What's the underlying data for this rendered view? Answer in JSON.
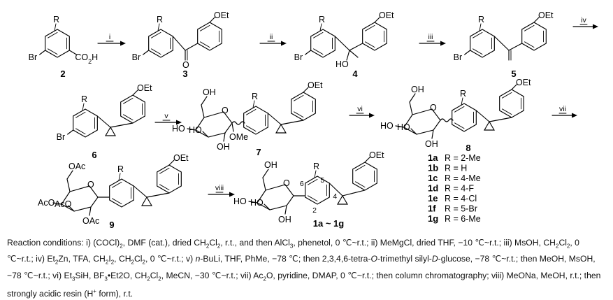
{
  "compounds": {
    "c2": {
      "label": "2"
    },
    "c3": {
      "label": "3"
    },
    "c4": {
      "label": "4"
    },
    "c5": {
      "label": "5"
    },
    "c6": {
      "label": "6"
    },
    "c7": {
      "label": "7"
    },
    "c8": {
      "label": "8"
    },
    "c9": {
      "label": "9"
    },
    "c1": {
      "label": "1a ~ 1g"
    }
  },
  "steps": [
    "i",
    "ii",
    "iii",
    "iv",
    "v",
    "vi",
    "vii",
    "viii"
  ],
  "groups": {
    "r": "R",
    "br": "Br",
    "co2h": "CO2H",
    "oet": "OEt",
    "o": "O",
    "ho": "HO",
    "oh": "OH",
    "ome": "OMe",
    "oac": "OAc",
    "aco": "AcO"
  },
  "positions": [
    "2",
    "4",
    "5",
    "6"
  ],
  "substituents": [
    {
      "id": "1a",
      "r": "R = 2-Me"
    },
    {
      "id": "1b",
      "r": "R = H"
    },
    {
      "id": "1c",
      "r": "R = 4-Me"
    },
    {
      "id": "1d",
      "r": "R = 4-F"
    },
    {
      "id": "1e",
      "r": "R = 4-Cl"
    },
    {
      "id": "1f",
      "r": "R = 5-Br"
    },
    {
      "id": "1g",
      "r": "R = 6-Me"
    }
  ],
  "conditions": {
    "text": "Reaction conditions: i) (COCl)2, DMF (cat.), dried CH2Cl2, r.t., and then AlCl3, phenetol, 0 ℃~r.t.; ii) MeMgCl, dried THF, −10 ℃~r.t.; iii) MsOH, CH2Cl2, 0 ℃~r.t.; iv) Et2Zn, TFA, CH2I2, CH2Cl2, 0 ℃~r.t.; v) n-BuLi, THF, PhMe, −78 ℃; then 2,3,4,6-tetra-O-trimethyl silyl-D-glucose, −78 ℃~r.t.; then MeOH, MsOH, −78 ℃~r.t.; vi) Et3SiH, BF3•Et2O, CH2Cl2, MeCN, −30 ℃~r.t.; vii) Ac2O, pyridine, DMAP, 0 ℃~r.t.; then column chromatography; viii) MeONa, MeOH, r.t.; then strongly acidic resin (H+ form), r.t."
  }
}
